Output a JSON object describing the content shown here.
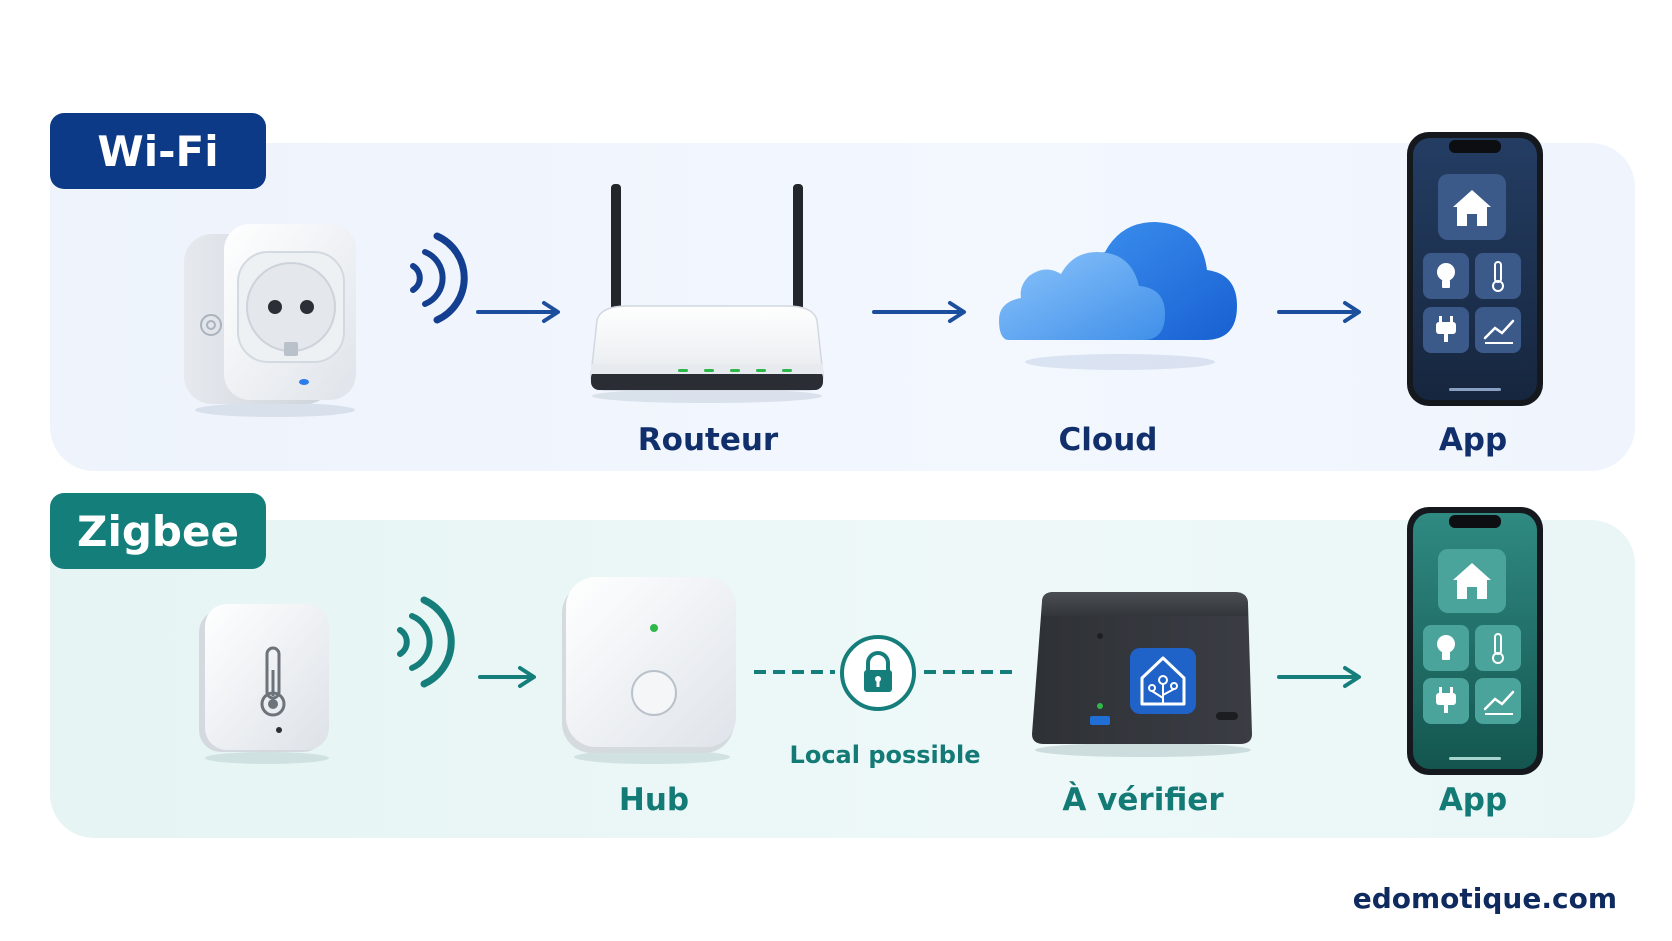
{
  "rows": {
    "wifi": {
      "tag": "Wi-Fi",
      "router_label": "Routeur",
      "cloud_label": "Cloud",
      "app_label": "App"
    },
    "zigbee": {
      "tag": "Zigbee",
      "hub_label": "Hub",
      "local_label": "Local possible",
      "box_label": "À vérifier",
      "app_label": "App"
    }
  },
  "icons": [
    "smart-plug-icon",
    "wifi-signal-icon",
    "arrow-right-icon",
    "router-icon",
    "cloud-icon",
    "smartphone-icon",
    "temperature-sensor-icon",
    "zigbee-signal-icon",
    "hub-icon",
    "lock-icon",
    "home-server-icon",
    "home-icon",
    "bulb-icon",
    "thermometer-icon",
    "plug-icon",
    "chart-icon"
  ],
  "colors": {
    "wifi_accent": "#0d3a87",
    "arrow_blue": "#1c4e9e",
    "zigbee_accent": "#147e7b",
    "cloud_blue": "#2e7ee0",
    "led_green": "#2fb84a"
  },
  "footer": {
    "brand": "edomotique.com"
  }
}
